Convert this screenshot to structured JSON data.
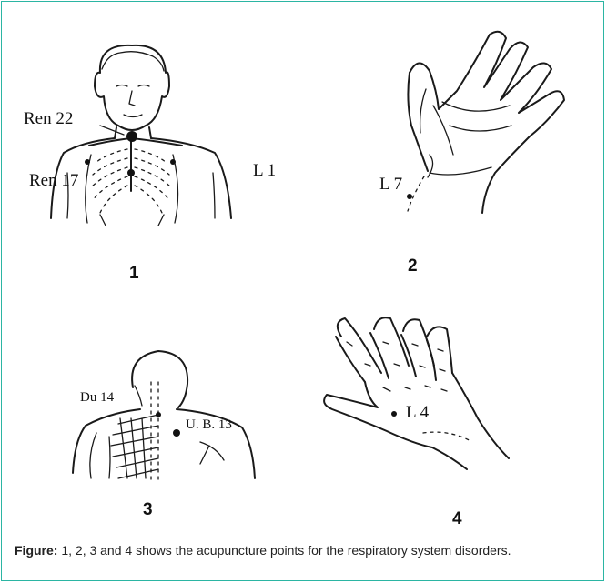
{
  "panels": [
    {
      "number": "1",
      "labels": [
        "Ren 22",
        "Ren 17",
        "L 1"
      ]
    },
    {
      "number": "2",
      "labels": [
        "L 7"
      ]
    },
    {
      "number": "3",
      "labels": [
        "Du 14",
        "U. B. 13"
      ]
    },
    {
      "number": "4",
      "labels": [
        "L 4"
      ]
    }
  ],
  "caption": {
    "prefix": "Figure:",
    "text": " 1, 2, 3 and 4 shows the acupuncture points for the respiratory system disorders."
  },
  "colors": {
    "border": "#2bb5a3",
    "ink": "#1a1a1a"
  }
}
